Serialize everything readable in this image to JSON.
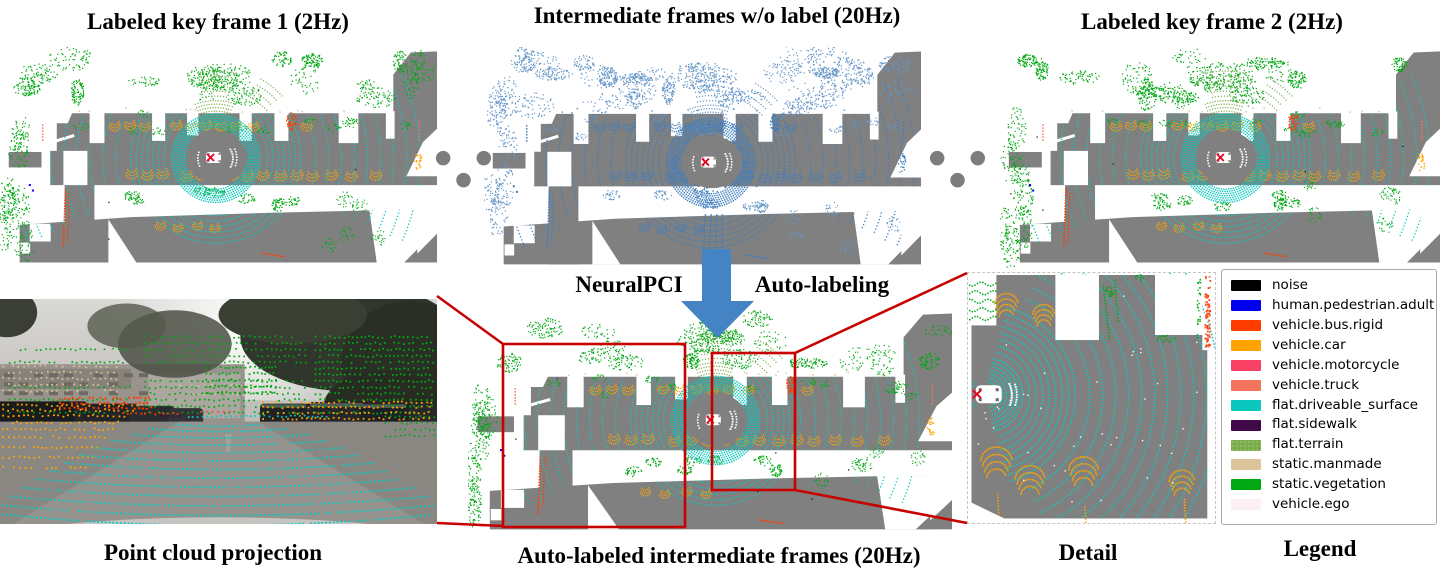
{
  "titles": {
    "top_left": "Labeled key frame 1 (2Hz)",
    "top_center": "Intermediate frames w/o label (20Hz)",
    "top_right": "Labeled key frame 2 (2Hz)"
  },
  "process": {
    "left": "NeuralPCI",
    "right": "Auto-labeling"
  },
  "captions": {
    "projection": "Point cloud projection",
    "auto_labeled": "Auto-labeled intermediate frames (20Hz)",
    "detail": "Detail",
    "legend": "Legend"
  },
  "decor": {
    "ellipsis": "● ● ●"
  },
  "legend": {
    "items": [
      {
        "label": "noise",
        "color": "#000000"
      },
      {
        "label": "human.pedestrian.adult",
        "color": "#0000EE"
      },
      {
        "label": "vehicle.bus.rigid",
        "color": "#FF3D00"
      },
      {
        "label": "vehicle.car",
        "color": "#FFA300"
      },
      {
        "label": "vehicle.motorcycle",
        "color": "#F94165"
      },
      {
        "label": "vehicle.truck",
        "color": "#F4735C"
      },
      {
        "label": "flat.driveable_surface",
        "color": "#0BC8BE"
      },
      {
        "label": "flat.sidewalk",
        "color": "#3F0A47"
      },
      {
        "label": "flat.terrain",
        "color": "#7BAC4C",
        "textured": true
      },
      {
        "label": "static.manmade",
        "color": "#DCC49A"
      },
      {
        "label": "static.vegetation",
        "color": "#00A813"
      },
      {
        "label": "vehicle.ego",
        "color": "#FCF0F3"
      }
    ]
  },
  "colors": {
    "map_gray": "#808080",
    "arrow_blue": "#4584C4",
    "unlabeled_blue": "#3E7DBE",
    "unlabeled_blue_light": "#6495C8",
    "annotation_red": "#C80000",
    "ego_marker_red": "#E8001C",
    "ellipsis_gray": "#7D7D7D"
  }
}
